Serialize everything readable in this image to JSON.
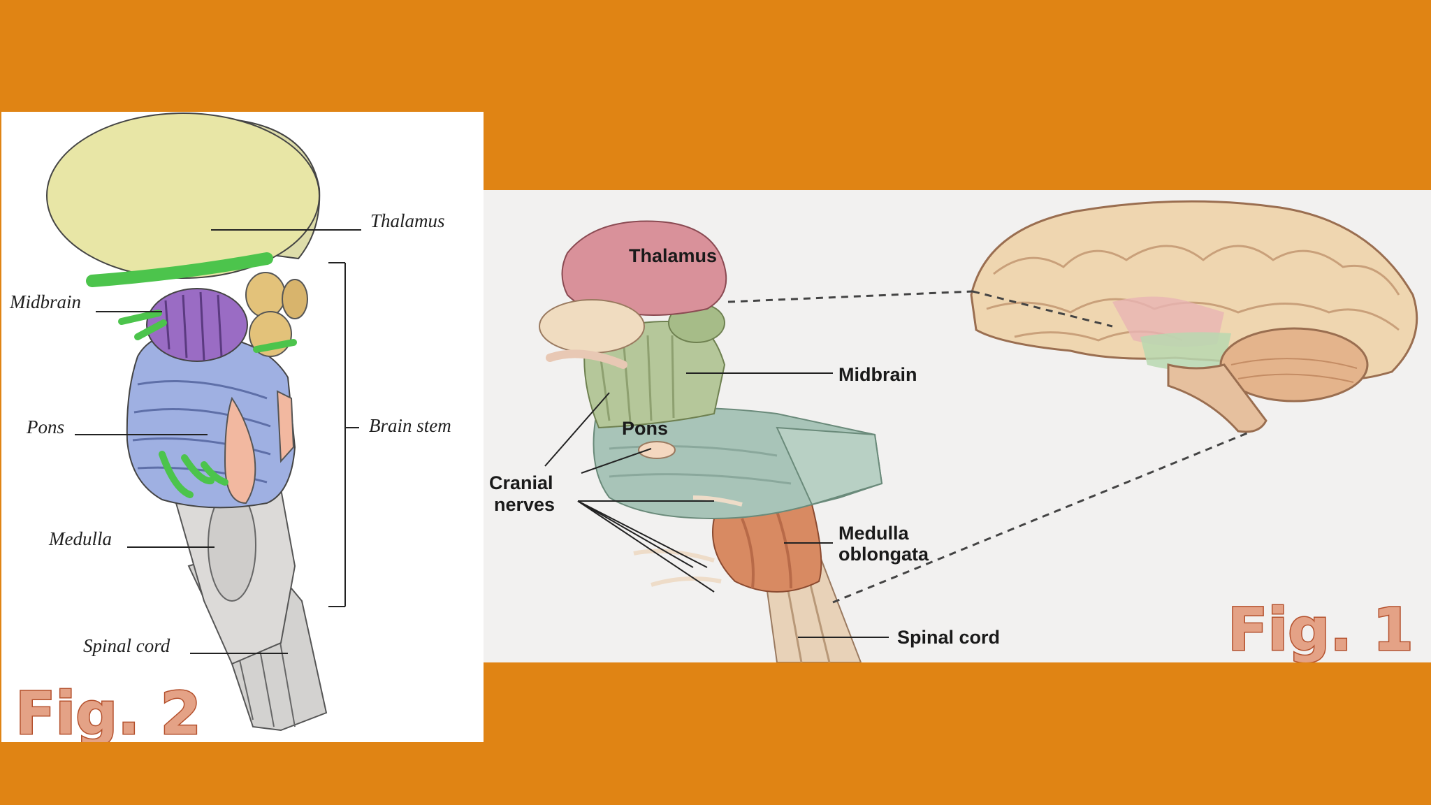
{
  "fig2": {
    "labels": {
      "thalamus": "Thalamus",
      "midbrain": "Midbrain",
      "pons": "Pons",
      "brain_stem": "Brain stem",
      "medulla": "Medulla",
      "spinal_cord": "Spinal cord"
    },
    "fig_label": "Fig. 2"
  },
  "fig1": {
    "labels": {
      "thalamus": "Thalamus",
      "midbrain": "Midbrain",
      "pons": "Pons",
      "cranial_nerves_line1": "Cranial",
      "cranial_nerves_line2": "nerves",
      "medulla_line1": "Medulla",
      "medulla_line2": "oblongata",
      "spinal_cord": "Spinal cord"
    },
    "fig_label": "Fig. 1"
  },
  "colors": {
    "background": "#e08414",
    "fig2_thalamus": "#e8e6a6",
    "fig2_midbrain": "#9a6cc4",
    "fig2_pons": "#9fb0e2",
    "fig2_medulla": "#d8d6d4",
    "fig1_thalamus": "#d9919a",
    "fig1_midbrain": "#b5c79a",
    "fig1_pons": "#a8c4b8",
    "fig1_medulla": "#d88a62",
    "fig_label_fill": "#e4a286"
  }
}
